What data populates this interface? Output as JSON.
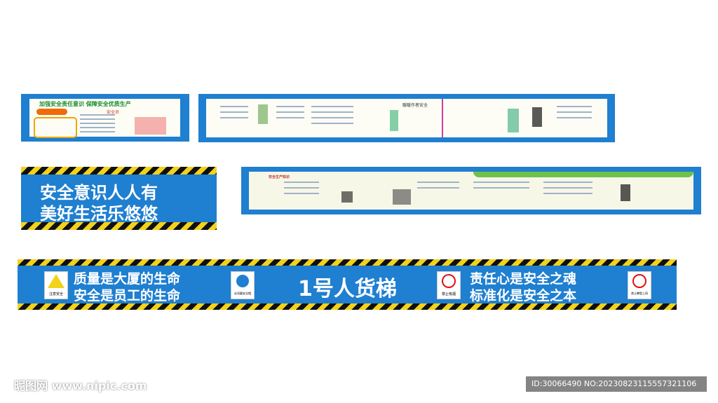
{
  "banner1": {
    "headline": "加强安全责任意识 保障安全优质生产",
    "subtitle": "安全员"
  },
  "banner2": {
    "section_title": "暖暖作者安全"
  },
  "banner3": {
    "line1": "安全意识人人有",
    "line2": "美好生活乐悠悠"
  },
  "banner4": {
    "left_heading": "安全生产知识"
  },
  "banner5": {
    "left_line1": "质量是大厦的生命",
    "left_line2": "安全是员工的生命",
    "title": "1号人货梯",
    "right_line1": "责任心是安全之魂",
    "right_line2": "标准化是安全之本",
    "sign1_label": "注意安全",
    "sign2_label": "必须戴安全帽",
    "sign3_label": "禁止吸烟",
    "sign4_label": "禁止攀登上网"
  },
  "watermark": {
    "site": "昵图网 www.nipic.com",
    "id": "ID:30066490 NO:20230823115557321106"
  },
  "colors": {
    "blue": "#1f7fd0",
    "hazard_yellow": "#f2d21a",
    "hazard_black": "#111111",
    "sign_red": "#e01010"
  }
}
